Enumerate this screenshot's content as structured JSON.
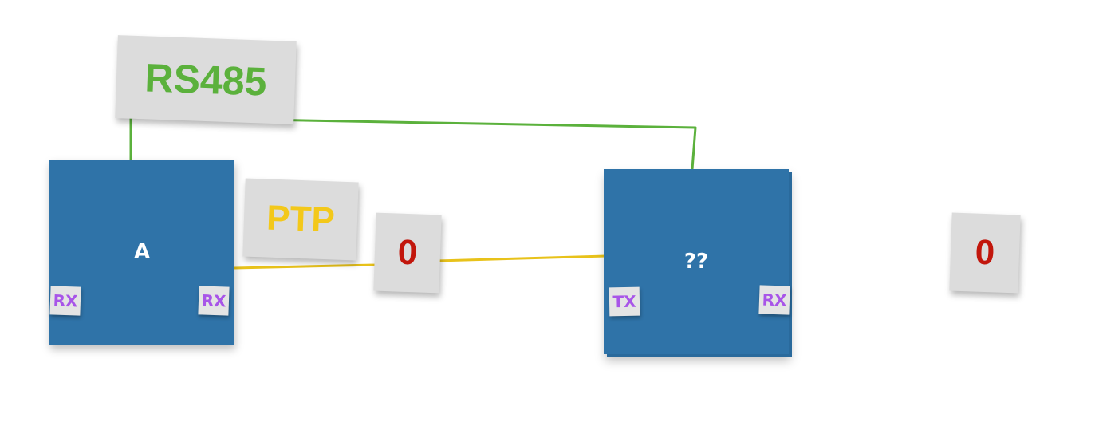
{
  "labels": {
    "rs485": "RS485",
    "ptp": "PTP"
  },
  "nodes": {
    "a": {
      "label": "A",
      "ports": [
        "RX",
        "RX"
      ]
    },
    "unknown": {
      "label": "??",
      "ports": [
        "TX",
        "RX"
      ]
    }
  },
  "counters": {
    "ptp_counter": "0",
    "right_counter": "0"
  },
  "colors": {
    "rs485_wire": "#5bb13c",
    "ptp_wire": "#e8c21a",
    "block": "#2f73a8",
    "card": "#dcdcdc",
    "port_text": "#a855e8",
    "counter_text": "#c2160c"
  }
}
